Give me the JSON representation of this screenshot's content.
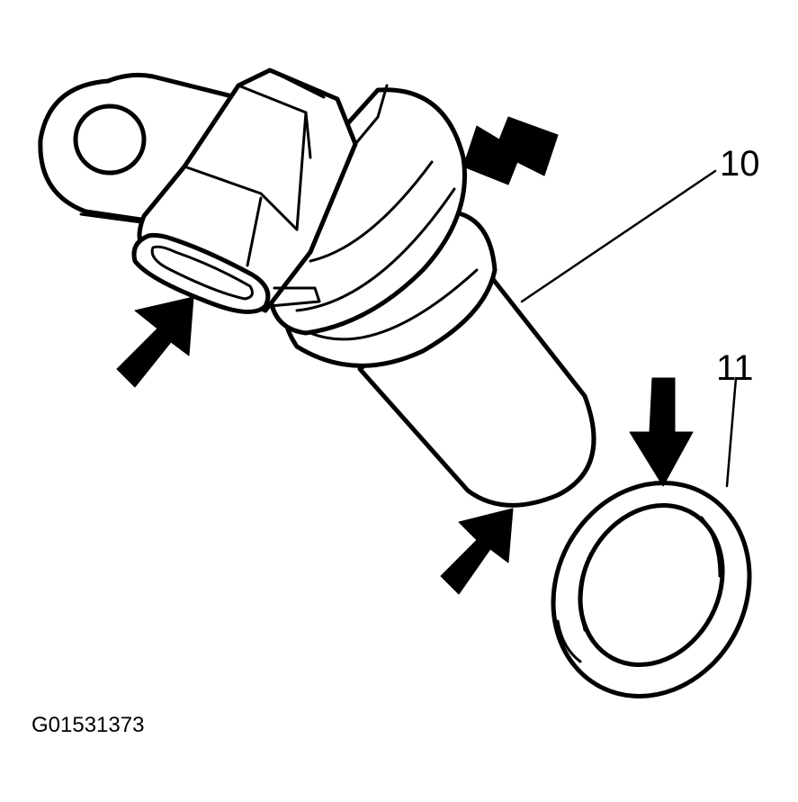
{
  "callouts": {
    "sensor": "10",
    "seal": "11"
  },
  "figure_id": "G01531373",
  "colors": {
    "ink": "#000000",
    "paper": "#ffffff"
  }
}
